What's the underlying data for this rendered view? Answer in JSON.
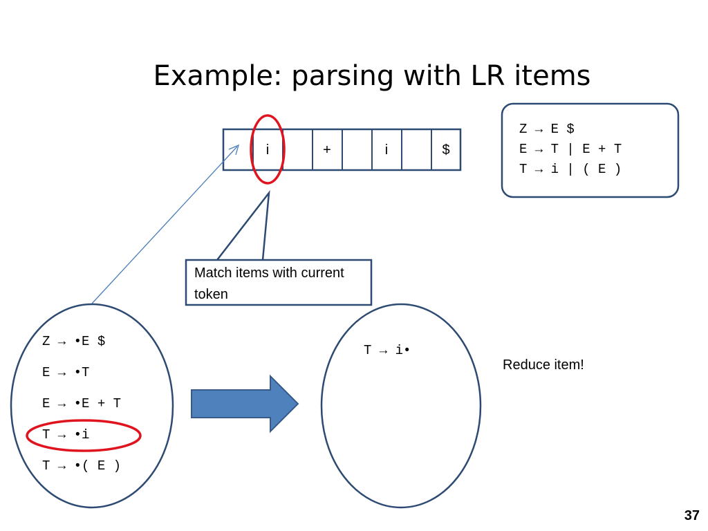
{
  "title": "Example: parsing with LR items",
  "input_tokens": [
    "",
    "i",
    "",
    "+",
    "",
    "i",
    "",
    "$"
  ],
  "grammar": [
    "Z → E $",
    "E → T | E + T",
    "T → i | ( E )"
  ],
  "left_state_items": [
    "Z → •E $",
    "E → •T",
    "E → •E + T",
    "T → •i",
    "T → •( E )"
  ],
  "right_state_items": [
    "T → i•"
  ],
  "callout": "Match items with current token",
  "reduce_label": "Reduce item!",
  "page_number": "37",
  "colors": {
    "outline": "#2d4a73",
    "arrow_fill": "#4f81bd",
    "arrow_stroke": "#375a88",
    "highlight": "#e0141e",
    "pointer_line": "#4a7ebb"
  }
}
